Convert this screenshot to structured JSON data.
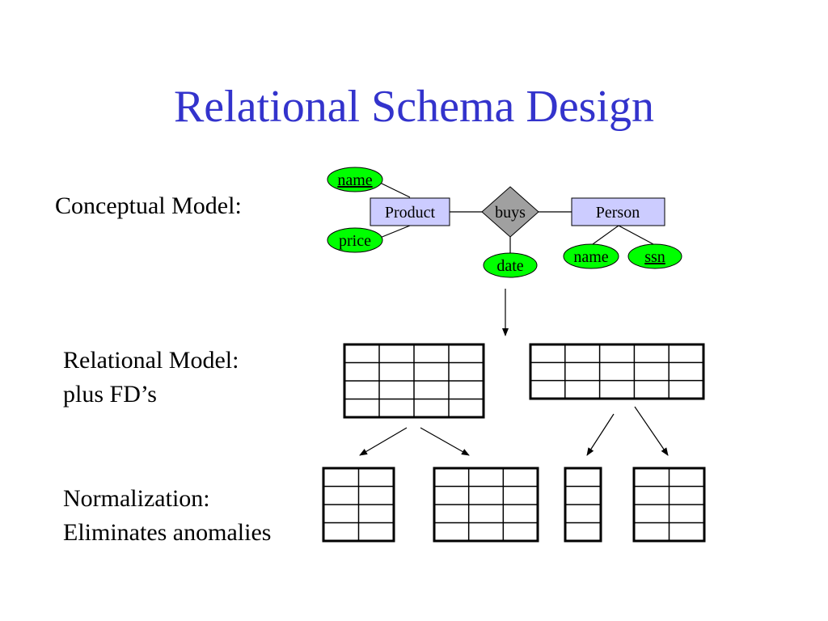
{
  "title": "Relational Schema Design",
  "labels": {
    "conceptual": "Conceptual Model:",
    "relational_line1": "Relational Model:",
    "relational_line2": "plus FD’s",
    "normalization_line1": "Normalization:",
    "normalization_line2": "Eliminates anomalies"
  },
  "er": {
    "entities": {
      "product": "Product",
      "person": "Person"
    },
    "relationship": "buys",
    "attributes": {
      "product_name": "name",
      "product_price": "price",
      "buys_date": "date",
      "person_name": "name",
      "person_ssn": "ssn"
    }
  },
  "colors": {
    "title": "#3333cc",
    "entity": "#ccccff",
    "attribute": "#00ff00",
    "relationship": "#a0a0a0"
  },
  "tables": {
    "relation_1": {
      "rows": 4,
      "cols": 4
    },
    "relation_2": {
      "rows": 3,
      "cols": 5
    },
    "norm_1": {
      "rows": 4,
      "cols": 2
    },
    "norm_2": {
      "rows": 4,
      "cols": 3
    },
    "norm_3": {
      "rows": 4,
      "cols": 1
    },
    "norm_4": {
      "rows": 4,
      "cols": 2
    }
  }
}
